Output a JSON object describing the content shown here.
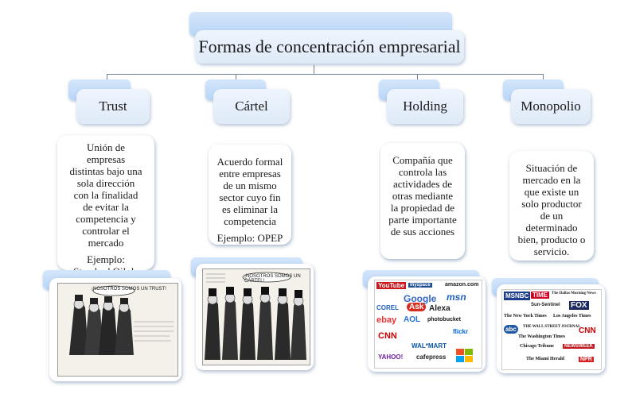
{
  "title": "Formas de concentración empresarial",
  "categories": [
    {
      "label": "Trust",
      "description": "Unión de empresas distintas bajo una sola dirección con la finalidad de evitar la competencia y controlar el mercado",
      "example": "Ejemplo: Standard Oil de Rockefeller",
      "image_caption": "¡NOSOTROS SOMOS UN TRUST!"
    },
    {
      "label": "Cártel",
      "description": "Acuerdo formal entre empresas de un mismo sector cuyo fin es eliminar la competencia",
      "example": "Ejemplo: OPEP",
      "image_caption": "¡NOSOTROS SOMOS UN CÁRTEL!"
    },
    {
      "label": "Holding",
      "description": "Compañía que controla las actividades de otras mediante la propiedad de parte importante de sus acciones",
      "logos": [
        "YouTube",
        "myspace",
        "amazon.com",
        "Google",
        "msn",
        "COREL",
        "Ask",
        "Alexa",
        "ebay",
        "AOL",
        "photobucket",
        "flickr",
        "CNN",
        "WAL*MART",
        "cafepress",
        "YAHOO!"
      ]
    },
    {
      "label": "Monopolio",
      "description": "Situación de mercado en la que existe un solo productor de un determinado bien, producto o servicio.",
      "logos": [
        "MSNBC",
        "TIME",
        "The Dallas Morning News",
        "Sun-Sentinel",
        "FOX",
        "The New York Times",
        "Los Angeles Times",
        "abc",
        "THE WALL STREET JOURNAL",
        "CNN",
        "The Washington Times",
        "Chicago Tribune",
        "NEWSWEEK",
        "The Miami Herald",
        "NPR"
      ]
    }
  ],
  "colors": {
    "box_fill": "#dfeaf8",
    "tab_fill": "#c4ddf8",
    "connector": "#6f7f96"
  }
}
